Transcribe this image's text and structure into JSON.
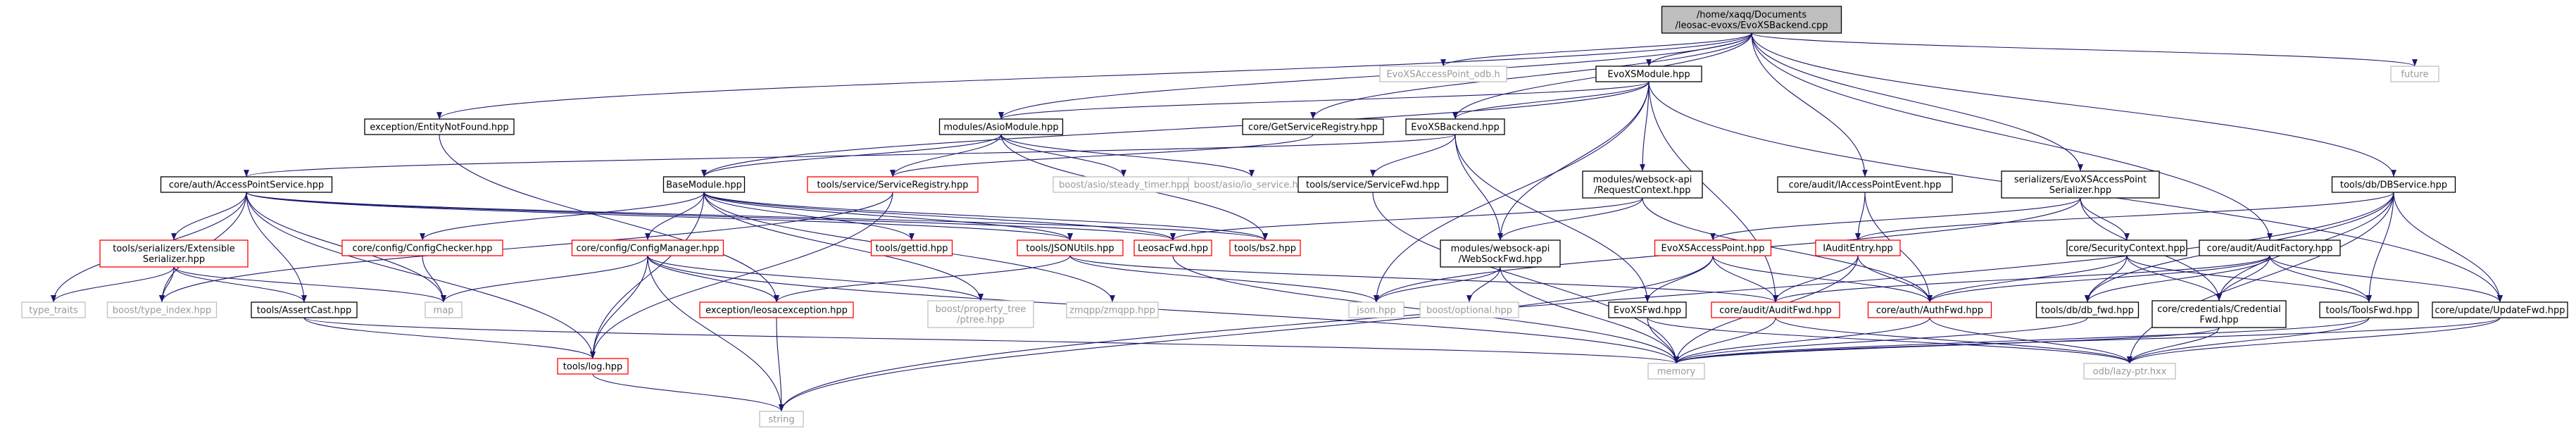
{
  "colors": {
    "edge": "#191970",
    "text_default": "#000000",
    "text_external": "#999999",
    "text_missing": "#cc0000",
    "border_default": "#000000",
    "border_external": "#bfbfbf",
    "border_missing": "#ff0000",
    "root_fill": "#bfbfbf"
  },
  "nodes": {
    "root": {
      "lines": [
        "/home/xaqq/Documents",
        "/leosac-evoxs/EvoXSBackend.cpp"
      ],
      "kind": "root"
    },
    "odb_h": {
      "lines": [
        "EvoXSAccessPoint_odb.h"
      ],
      "kind": "external"
    },
    "evoxs_module": {
      "lines": [
        "EvoXSModule.hpp"
      ],
      "kind": "normal"
    },
    "future": {
      "lines": [
        "future"
      ],
      "kind": "external"
    },
    "entity_not_found": {
      "lines": [
        "exception/EntityNotFound.hpp"
      ],
      "kind": "normal"
    },
    "asio_module": {
      "lines": [
        "modules/AsioModule.hpp"
      ],
      "kind": "normal"
    },
    "get_service_registry": {
      "lines": [
        "core/GetServiceRegistry.hpp"
      ],
      "kind": "normal"
    },
    "evoxs_backend": {
      "lines": [
        "EvoXSBackend.hpp"
      ],
      "kind": "normal"
    },
    "steady_timer": {
      "lines": [
        "boost/asio/steady_timer.hpp"
      ],
      "kind": "external"
    },
    "io_service": {
      "lines": [
        "boost/asio/io_service.hpp"
      ],
      "kind": "external"
    },
    "access_point_service": {
      "lines": [
        "core/auth/AccessPointService.hpp"
      ],
      "kind": "normal"
    },
    "base_module": {
      "lines": [
        "BaseModule.hpp"
      ],
      "kind": "normal"
    },
    "service_registry": {
      "lines": [
        "tools/service/ServiceRegistry.hpp"
      ],
      "kind": "missing"
    },
    "service_fwd": {
      "lines": [
        "tools/service/ServiceFwd.hpp"
      ],
      "kind": "normal"
    },
    "request_context": {
      "lines": [
        "modules/websock-api",
        "/RequestContext.hpp"
      ],
      "kind": "normal"
    },
    "iaccess_point_event": {
      "lines": [
        "core/audit/IAccessPointEvent.hpp"
      ],
      "kind": "normal"
    },
    "evoxs_serializer": {
      "lines": [
        "serializers/EvoXSAccessPoint",
        "Serializer.hpp"
      ],
      "kind": "normal"
    },
    "db_service": {
      "lines": [
        "tools/db/DBService.hpp"
      ],
      "kind": "normal"
    },
    "extensible_serializer": {
      "lines": [
        "tools/serializers/Extensible",
        "Serializer.hpp"
      ],
      "kind": "missing"
    },
    "config_checker": {
      "lines": [
        "core/config/ConfigChecker.hpp"
      ],
      "kind": "missing"
    },
    "config_manager": {
      "lines": [
        "core/config/ConfigManager.hpp"
      ],
      "kind": "missing"
    },
    "gettid": {
      "lines": [
        "tools/gettid.hpp"
      ],
      "kind": "missing"
    },
    "json_utils": {
      "lines": [
        "tools/JSONUtils.hpp"
      ],
      "kind": "missing"
    },
    "leosac_fwd": {
      "lines": [
        "LeosacFwd.hpp"
      ],
      "kind": "missing"
    },
    "bs2": {
      "lines": [
        "tools/bs2.hpp"
      ],
      "kind": "missing"
    },
    "websock_fwd": {
      "lines": [
        "modules/websock-api",
        "/WebSockFwd.hpp"
      ],
      "kind": "normal"
    },
    "evoxs_access_point": {
      "lines": [
        "EvoXSAccessPoint.hpp"
      ],
      "kind": "missing"
    },
    "iaudit_entry": {
      "lines": [
        "IAuditEntry.hpp"
      ],
      "kind": "missing"
    },
    "security_context": {
      "lines": [
        "core/SecurityContext.hpp"
      ],
      "kind": "normal"
    },
    "audit_factory": {
      "lines": [
        "core/audit/AuditFactory.hpp"
      ],
      "kind": "normal"
    },
    "type_traits": {
      "lines": [
        "type_traits"
      ],
      "kind": "external"
    },
    "type_index": {
      "lines": [
        "boost/type_index.hpp"
      ],
      "kind": "external"
    },
    "assert_cast": {
      "lines": [
        "tools/AssertCast.hpp"
      ],
      "kind": "normal"
    },
    "map": {
      "lines": [
        "map"
      ],
      "kind": "external"
    },
    "leosac_exception": {
      "lines": [
        "exception/leosacexception.hpp"
      ],
      "kind": "missing"
    },
    "ptree": {
      "lines": [
        "boost/property_tree",
        "/ptree.hpp"
      ],
      "kind": "external"
    },
    "zmqpp": {
      "lines": [
        "zmqpp/zmqpp.hpp"
      ],
      "kind": "external"
    },
    "json": {
      "lines": [
        "json.hpp"
      ],
      "kind": "external"
    },
    "boost_optional": {
      "lines": [
        "boost/optional.hpp"
      ],
      "kind": "external"
    },
    "evoxs_fwd": {
      "lines": [
        "EvoXSFwd.hpp"
      ],
      "kind": "normal"
    },
    "audit_fwd": {
      "lines": [
        "core/audit/AuditFwd.hpp"
      ],
      "kind": "missing"
    },
    "auth_fwd": {
      "lines": [
        "core/auth/AuthFwd.hpp"
      ],
      "kind": "missing"
    },
    "db_fwd": {
      "lines": [
        "tools/db/db_fwd.hpp"
      ],
      "kind": "normal"
    },
    "credential_fwd": {
      "lines": [
        "core/credentials/Credential",
        "Fwd.hpp"
      ],
      "kind": "normal"
    },
    "tools_fwd": {
      "lines": [
        "tools/ToolsFwd.hpp"
      ],
      "kind": "normal"
    },
    "update_fwd": {
      "lines": [
        "core/update/UpdateFwd.hpp"
      ],
      "kind": "normal"
    },
    "log": {
      "lines": [
        "tools/log.hpp"
      ],
      "kind": "missing"
    },
    "memory": {
      "lines": [
        "memory"
      ],
      "kind": "external"
    },
    "lazy_ptr": {
      "lines": [
        "odb/lazy-ptr.hxx"
      ],
      "kind": "external"
    },
    "string": {
      "lines": [
        "string"
      ],
      "kind": "external"
    }
  },
  "edges": [
    [
      "root",
      "odb_h"
    ],
    [
      "root",
      "evoxs_module"
    ],
    [
      "root",
      "future"
    ],
    [
      "root",
      "entity_not_found"
    ],
    [
      "root",
      "asio_module"
    ],
    [
      "root",
      "get_service_registry"
    ],
    [
      "root",
      "evoxs_backend"
    ],
    [
      "root",
      "iaccess_point_event"
    ],
    [
      "root",
      "evoxs_serializer"
    ],
    [
      "root",
      "db_service"
    ],
    [
      "root",
      "audit_factory"
    ],
    [
      "evoxs_module",
      "base_module"
    ],
    [
      "evoxs_module",
      "asio_module"
    ],
    [
      "evoxs_module",
      "evoxs_backend"
    ],
    [
      "evoxs_module",
      "request_context"
    ],
    [
      "evoxs_module",
      "websock_fwd"
    ],
    [
      "evoxs_module",
      "json"
    ],
    [
      "evoxs_module",
      "update_fwd"
    ],
    [
      "evoxs_module",
      "audit_fwd"
    ],
    [
      "entity_not_found",
      "leosac_exception"
    ],
    [
      "asio_module",
      "base_module"
    ],
    [
      "asio_module",
      "service_registry"
    ],
    [
      "asio_module",
      "steady_timer"
    ],
    [
      "asio_module",
      "io_service"
    ],
    [
      "asio_module",
      "bs2"
    ],
    [
      "get_service_registry",
      "service_registry"
    ],
    [
      "evoxs_backend",
      "access_point_service"
    ],
    [
      "evoxs_backend",
      "service_fwd"
    ],
    [
      "evoxs_backend",
      "websock_fwd"
    ],
    [
      "evoxs_backend",
      "evoxs_fwd"
    ],
    [
      "access_point_service",
      "extensible_serializer"
    ],
    [
      "access_point_service",
      "type_traits"
    ],
    [
      "access_point_service",
      "type_index"
    ],
    [
      "access_point_service",
      "assert_cast"
    ],
    [
      "access_point_service",
      "map"
    ],
    [
      "access_point_service",
      "json_utils"
    ],
    [
      "access_point_service",
      "leosac_fwd"
    ],
    [
      "access_point_service",
      "log"
    ],
    [
      "access_point_service",
      "bs2"
    ],
    [
      "base_module",
      "config_checker"
    ],
    [
      "base_module",
      "config_manager"
    ],
    [
      "base_module",
      "gettid"
    ],
    [
      "base_module",
      "json_utils"
    ],
    [
      "base_module",
      "leosac_fwd"
    ],
    [
      "base_module",
      "zmqpp"
    ],
    [
      "base_module",
      "ptree"
    ],
    [
      "base_module",
      "log"
    ],
    [
      "base_module",
      "bs2"
    ],
    [
      "service_registry",
      "type_index"
    ],
    [
      "service_registry",
      "log"
    ],
    [
      "service_fwd",
      "memory"
    ],
    [
      "request_context",
      "websock_fwd"
    ],
    [
      "request_context",
      "leosac_fwd"
    ],
    [
      "request_context",
      "auth_fwd"
    ],
    [
      "iaccess_point_event",
      "iaudit_entry"
    ],
    [
      "iaccess_point_event",
      "auth_fwd"
    ],
    [
      "evoxs_serializer",
      "json"
    ],
    [
      "evoxs_serializer",
      "evoxs_access_point"
    ],
    [
      "evoxs_serializer",
      "security_context"
    ],
    [
      "evoxs_serializer",
      "credential_fwd"
    ],
    [
      "db_service",
      "db_fwd"
    ],
    [
      "db_service",
      "tools_fwd"
    ],
    [
      "db_service",
      "iaudit_entry"
    ],
    [
      "db_service",
      "update_fwd"
    ],
    [
      "db_service",
      "credential_fwd"
    ],
    [
      "db_service",
      "lazy_ptr"
    ],
    [
      "db_service",
      "string"
    ],
    [
      "extensible_serializer",
      "type_traits"
    ],
    [
      "extensible_serializer",
      "type_index"
    ],
    [
      "extensible_serializer",
      "assert_cast"
    ],
    [
      "extensible_serializer",
      "map"
    ],
    [
      "config_checker",
      "map"
    ],
    [
      "config_manager",
      "map"
    ],
    [
      "config_manager",
      "ptree"
    ],
    [
      "config_manager",
      "leosac_exception"
    ],
    [
      "config_manager",
      "log"
    ],
    [
      "config_manager",
      "string"
    ],
    [
      "config_manager",
      "memory"
    ],
    [
      "json_utils",
      "json"
    ],
    [
      "json_utils",
      "leosac_exception"
    ],
    [
      "json_utils",
      "audit_fwd"
    ],
    [
      "leosac_fwd",
      "memory"
    ],
    [
      "websock_fwd",
      "json"
    ],
    [
      "websock_fwd",
      "boost_optional"
    ],
    [
      "websock_fwd",
      "memory"
    ],
    [
      "evoxs_access_point",
      "evoxs_fwd"
    ],
    [
      "evoxs_access_point",
      "audit_fwd"
    ],
    [
      "evoxs_access_point",
      "auth_fwd"
    ],
    [
      "evoxs_access_point",
      "string"
    ],
    [
      "iaudit_entry",
      "audit_fwd"
    ],
    [
      "iaudit_entry",
      "auth_fwd"
    ],
    [
      "iaudit_entry",
      "memory"
    ],
    [
      "security_context",
      "auth_fwd"
    ],
    [
      "security_context",
      "db_fwd"
    ],
    [
      "security_context",
      "credential_fwd"
    ],
    [
      "security_context",
      "tools_fwd"
    ],
    [
      "audit_factory",
      "audit_fwd"
    ],
    [
      "audit_factory",
      "auth_fwd"
    ],
    [
      "audit_factory",
      "db_fwd"
    ],
    [
      "audit_factory",
      "credential_fwd"
    ],
    [
      "audit_factory",
      "tools_fwd"
    ],
    [
      "audit_factory",
      "update_fwd"
    ],
    [
      "assert_cast",
      "log"
    ],
    [
      "assert_cast",
      "memory"
    ],
    [
      "leosac_exception",
      "string"
    ],
    [
      "log",
      "string"
    ],
    [
      "evoxs_fwd",
      "memory"
    ],
    [
      "evoxs_fwd",
      "lazy_ptr"
    ],
    [
      "audit_fwd",
      "memory"
    ],
    [
      "audit_fwd",
      "lazy_ptr"
    ],
    [
      "auth_fwd",
      "memory"
    ],
    [
      "auth_fwd",
      "lazy_ptr"
    ],
    [
      "db_fwd",
      "memory"
    ],
    [
      "credential_fwd",
      "memory"
    ],
    [
      "credential_fwd",
      "lazy_ptr"
    ],
    [
      "tools_fwd",
      "memory"
    ],
    [
      "tools_fwd",
      "lazy_ptr"
    ],
    [
      "update_fwd",
      "memory"
    ],
    [
      "update_fwd",
      "lazy_ptr"
    ]
  ]
}
